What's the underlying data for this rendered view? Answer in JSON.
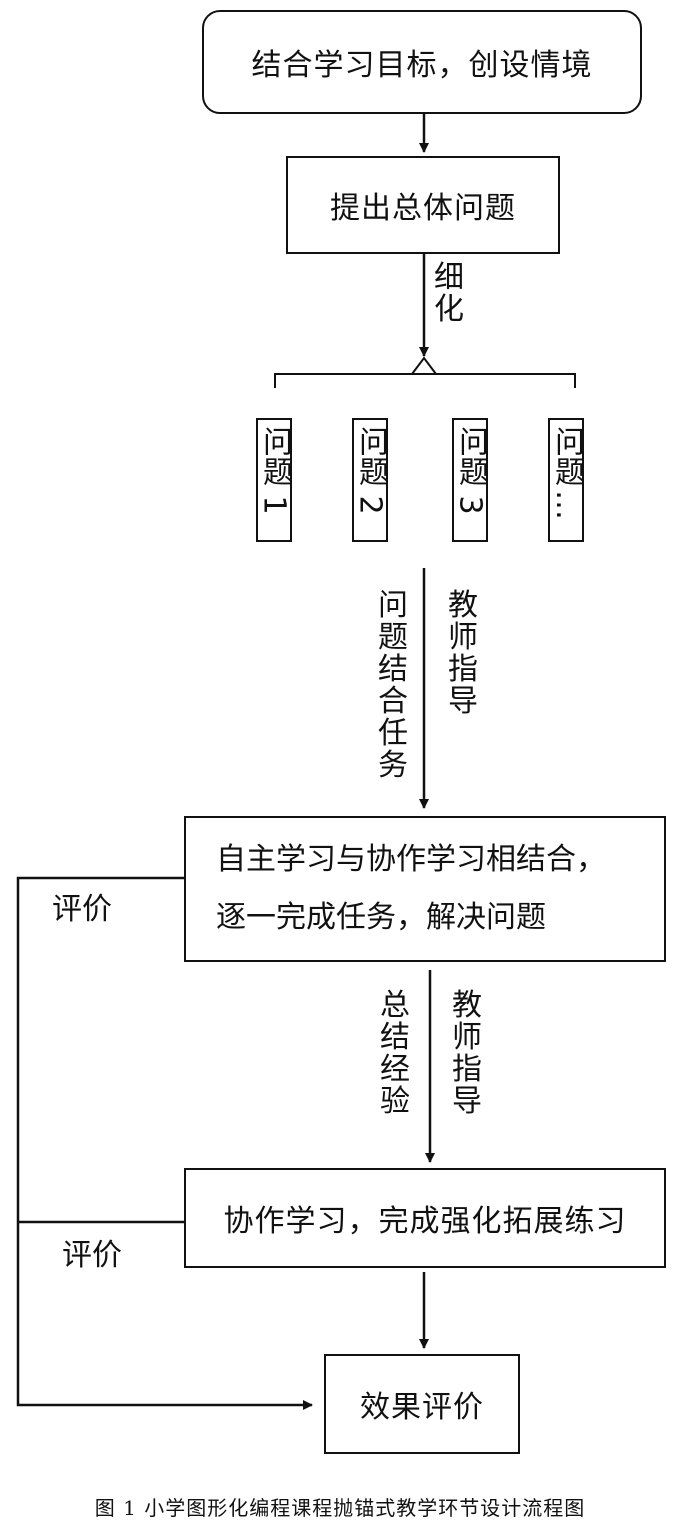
{
  "nodes": {
    "start": "结合学习目标，创设情境",
    "overall_question": "提出总体问题",
    "subproblems": [
      {
        "label": "问题",
        "num": "1"
      },
      {
        "label": "问题",
        "num": "2"
      },
      {
        "label": "问题",
        "num": "3"
      },
      {
        "label": "问题",
        "num": "…"
      }
    ],
    "self_study": [
      "自主学习与协作学习相结合，",
      "逐一完成任务，解决问题"
    ],
    "collab": "协作学习，完成强化拓展练习",
    "result": "效果评价"
  },
  "edges": {
    "refine": "细化",
    "task_left": "问题结合任务",
    "guide1": "教师指导",
    "summary_left": "总结经验",
    "guide2": "教师指导",
    "eval1": "评价",
    "eval2": "评价"
  },
  "caption": "图 1 小学图形化编程课程抛锚式教学环节设计流程图"
}
